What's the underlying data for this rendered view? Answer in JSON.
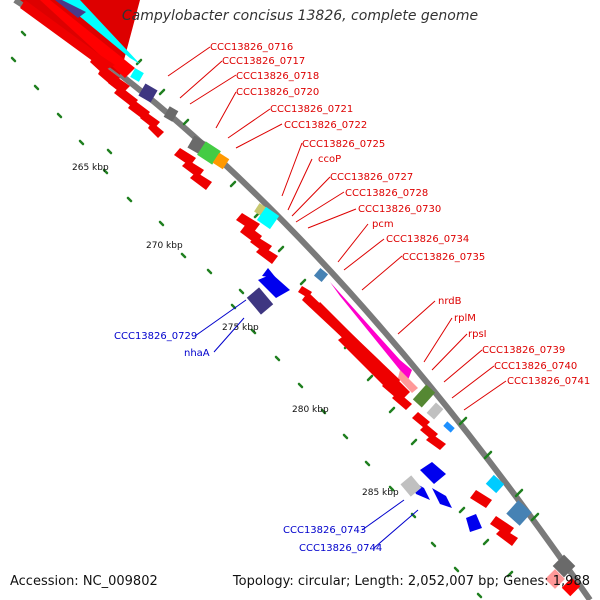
{
  "title": "Campylobacter concisus 13826, complete genome",
  "footer": {
    "accession": "Accession: NC_009802",
    "topology": "Topology: circular; Length: 2,052,007 bp; Genes: 1,988"
  },
  "colors": {
    "forward_labels": "#dd0000",
    "reverse_labels": "#0000cc",
    "backbone": "#9a9a9a",
    "tick": "#1f7f1f"
  },
  "kbp_labels": [
    "265 kbp",
    "270 kbp",
    "275 kbp",
    "280 kbp",
    "285 kbp"
  ],
  "gene_labels_red": [
    "CCC13826_0716",
    "CCC13826_0717",
    "CCC13826_0718",
    "CCC13826_0720",
    "CCC13826_0721",
    "CCC13826_0722",
    "CCC13826_0725",
    "ccoP",
    "CCC13826_0727",
    "CCC13826_0728",
    "CCC13826_0730",
    "pcm",
    "CCC13826_0734",
    "CCC13826_0735",
    "nrdB",
    "rplM",
    "rpsI",
    "CCC13826_0739",
    "CCC13826_0740",
    "CCC13826_0741"
  ],
  "gene_labels_blue": [
    "CCC13826_0729",
    "nhaA",
    "CCC13826_0743",
    "CCC13826_0744"
  ]
}
